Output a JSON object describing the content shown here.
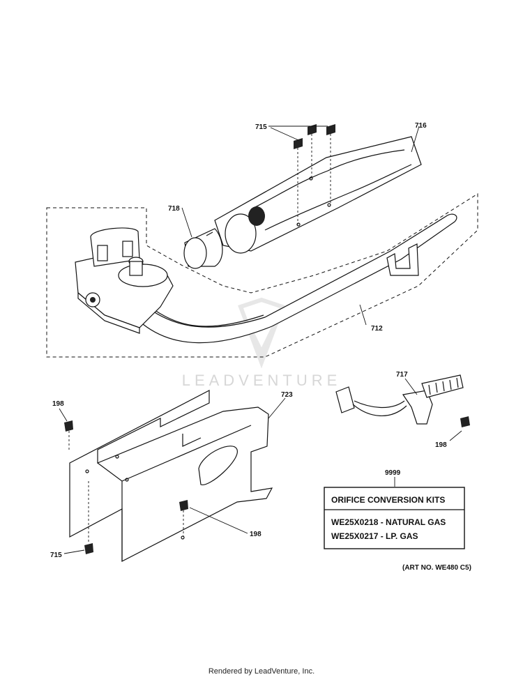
{
  "part_labels": {
    "p715_top": "715",
    "p716": "716",
    "p718": "718",
    "p712": "712",
    "p717": "717",
    "p198_left": "198",
    "p723": "723",
    "p198_right": "198",
    "p9999": "9999",
    "p198_bottom": "198",
    "p715_bottom": "715"
  },
  "kit_box": {
    "title": "ORIFICE CONVERSION KITS",
    "line1": "WE25X0218 - NATURAL GAS",
    "line2": "WE25X0217 - LP. GAS"
  },
  "art_no": "(ART NO. WE480 C5)",
  "watermark": "LEADVENTURE",
  "footer": "Rendered by LeadVenture, Inc."
}
